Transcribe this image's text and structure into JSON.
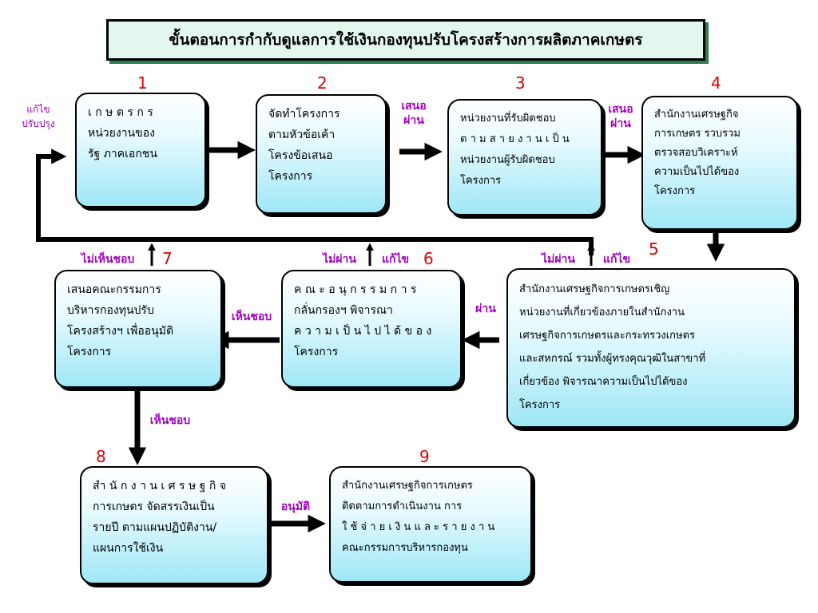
{
  "title": "ขั้นตอนการกำกับดูแลการใช้เงินกองทุนปรับโครงสร้างการผลิตภาคเกษตร",
  "steps": [
    {
      "number": "1",
      "text": "เ ก ษ ต ร ก ร\nหน่วยงานของ\nรัฐ ภาคเอกชน"
    },
    {
      "number": "2",
      "text": "จัดทำโครงการ\nตามหัวข้อเค้า\nโครงข้อเสนอ\nโครงการ"
    },
    {
      "number": "3",
      "text": "หน่วยงานที่รับผิดชอบ\nต า ม ส า ย ง า น เ ป็ น\nหน่วยงานผู้รับผิดชอบ\nโครงการ"
    },
    {
      "number": "4",
      "text": "สำนักงานเศรษฐกิจ\nการเกษตร รวบรวม\nตรวจสอบวิเคราะห์\nความเป็นไปได้ของ\nโครงการ"
    },
    {
      "number": "5",
      "text": "สำนักงานเศรษฐกิจการเกษตรเชิญ\nหน่วยงานที่เกี่ยวข้องภายในสำนักงาน\nเศรษฐกิจการเกษตรและกระทรวงเกษตร\nและสหกรณ์ รวมทั้งผู้ทรงคุณวุฒิในสาขาที่\nเกี่ยวข้อง พิจารณาความเป็นไปได้ของ\nโครงการ"
    },
    {
      "number": "6",
      "text": "ค ณ ะ อ นุ ก ร ร ม ก า ร\nกลั่นกรองฯ พิจารณา\nค ว า ม เ ป็ น ไ ป ไ ด้ ข อ ง\nโครงการ"
    },
    {
      "number": "7",
      "text": "เสนอคณะกรรมการ\nบริหารกองทุนปรับ\nโครงสร้างฯ เพื่ออนุมัติ\nโครงการ"
    },
    {
      "number": "8",
      "text": "สำ นั ก ง า น เ ศ ร ษ ฐ กิ จ\nการเกษตร จัดสรรเงินเป็น\nรายปี ตามแผนปฏิบัติงาน/\nแผนการใช้เงิน"
    },
    {
      "number": "9",
      "text": "สำนักงานเศรษฐกิจการเกษตร\nติดตามการดำเนินงาน    การ\nใ ช้ จ่ า ย เ งิ น   แ ล ะ ร า ย ง า น\nคณะกรรมการบริหารกองทุน"
    }
  ],
  "labels": {
    "fix_improve": "แก้ไข\nปรับปรุง",
    "propose_pass_1": "เสนอ\nผ่าน",
    "propose_pass_2": "เสนอ\nผ่าน",
    "not_approve_7": "ไม่เห็นชอบ",
    "not_pass_6": "ไม่ผ่าน",
    "fix_6": "แก้ไข",
    "not_pass_5": "ไม่ผ่าน",
    "fix_5": "แก้ไข",
    "pass_5": "ผ่าน",
    "approve_6": "เห็นชอบ",
    "approve_7": "เห็นชอบ",
    "approved_8": "อนุมัติ"
  },
  "colors": {
    "box_top": "#ffffff",
    "box_bottom": "#9fe7f6",
    "number": "#e00000",
    "label": "#a000c0",
    "title_bg": "#e4f7ee"
  }
}
